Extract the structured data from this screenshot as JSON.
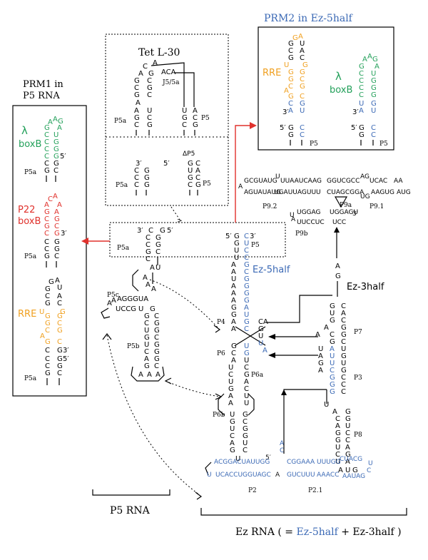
{
  "colors": {
    "blue": "#3b69b5",
    "green": "#23a05a",
    "orange": "#f0a020",
    "red": "#e0312c",
    "black": "#111111"
  },
  "panels": {
    "prm1": {
      "title_line1": "PRM1 in",
      "title_line2": "P5 RNA"
    },
    "tet": {
      "title": "Tet L-30",
      "delta": "ΔP5"
    },
    "prm2": {
      "title": "PRM2 in Ez-5half"
    }
  },
  "labels": {
    "lambda": "λ",
    "boxB": "boxB",
    "p22": "P22",
    "rre": "RRE",
    "p5": "P5",
    "p5a": "P5a",
    "p5b": "P5b",
    "p5c": "P5c",
    "j5_5a": "J5/5a",
    "ez5half": "Ez-5half",
    "ez3half": "Ez-3half",
    "p4": "P4",
    "p6": "P6",
    "p6a": "P6a",
    "p6b": "P6b",
    "p7": "P7",
    "p3": "P3",
    "p8": "P8",
    "p2": "P2",
    "p2_1": "P2.1",
    "p9_2": "P9.2",
    "p9_1": "P9.1",
    "p9a": "P9a",
    "p9b": "P9b",
    "p5rna": "P5 RNA",
    "ezrna_open": "Ez RNA ( = ",
    "ezrna_5half": "Ez-5half",
    "ezrna_plus": " + Ez-3half )",
    "five_prime": "5′",
    "three_prime": "3′"
  },
  "sequences": {
    "p9_top": "GCGUAUG",
    "p9_top_u": "U",
    "p9_loop_top": "UUAAUCAAG",
    "p9_top_mid": "GGUCGCC",
    "p9_top_right_ag": "AG",
    "p9_top_right": "UCAC",
    "p9_aa": "AA",
    "p9_bottom": "AGUAUAUG",
    "p9_bottom_loop": "UGAUUAGUUU",
    "p9_bottom_mid": "CUAGCGGA",
    "p9_bottom_right_ug": "UG",
    "p9_bottom_right": "AAGUG",
    "p9_ag": "AUG",
    "p9a_top": "UGGAG",
    "p9a_right": "UGGAGU",
    "p9a_3": "3′",
    "p9b_bottom": "UUCCUC",
    "p9b_ucc": "UCC",
    "p2_top": "ACGGACUAUUGG",
    "p2_bottom": "UCACCUGGUAGC",
    "p2_1_top": "CGGAAA",
    "p2_1_top2": "UUUGG",
    "p2_1_cu": "CUACG",
    "p2_1_bottom": "GUCUUU",
    "p2_1_bottom2": "AAACC",
    "p2_1_end": "AAUAG",
    "p5c_seq": "AGGGUA",
    "p5c_seq2": "UCCG"
  },
  "arrows": {
    "prm1_arrow": "red",
    "prm2_arrow": "red"
  }
}
